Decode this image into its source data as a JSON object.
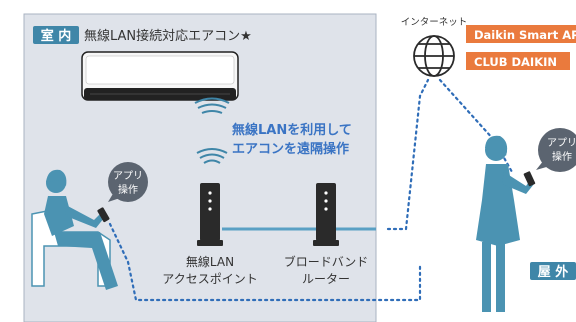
{
  "indoor": {
    "badge": "室 内",
    "aircon_title": "無線LAN接続対応エアコン★",
    "wireless_caption_line1": "無線LANを利用して",
    "wireless_caption_line2": "エアコンを遠隔操作",
    "app_bubble_line1": "アプリ",
    "app_bubble_line2": "操作",
    "ap_label_line1": "無線LAN",
    "ap_label_line2": "アクセスポイント",
    "router_label_line1": "ブロードバンド",
    "router_label_line2": "ルーター"
  },
  "outdoor": {
    "badge": "屋 外",
    "internet_label": "インターネット",
    "service_1": "Daikin Smart AP",
    "service_2": "CLUB DAIKIN",
    "app_bubble_line1": "アプリ",
    "app_bubble_line2": "操作"
  },
  "colors": {
    "indoor_bg": "#dfe3ea",
    "indoor_border": "#aab3c2",
    "teal": "#4b93b2",
    "caption_blue": "#3a74c4",
    "badge_bg": "#3f86a8",
    "orange": "#ea7a3d",
    "dotted": "#2f6db8"
  }
}
